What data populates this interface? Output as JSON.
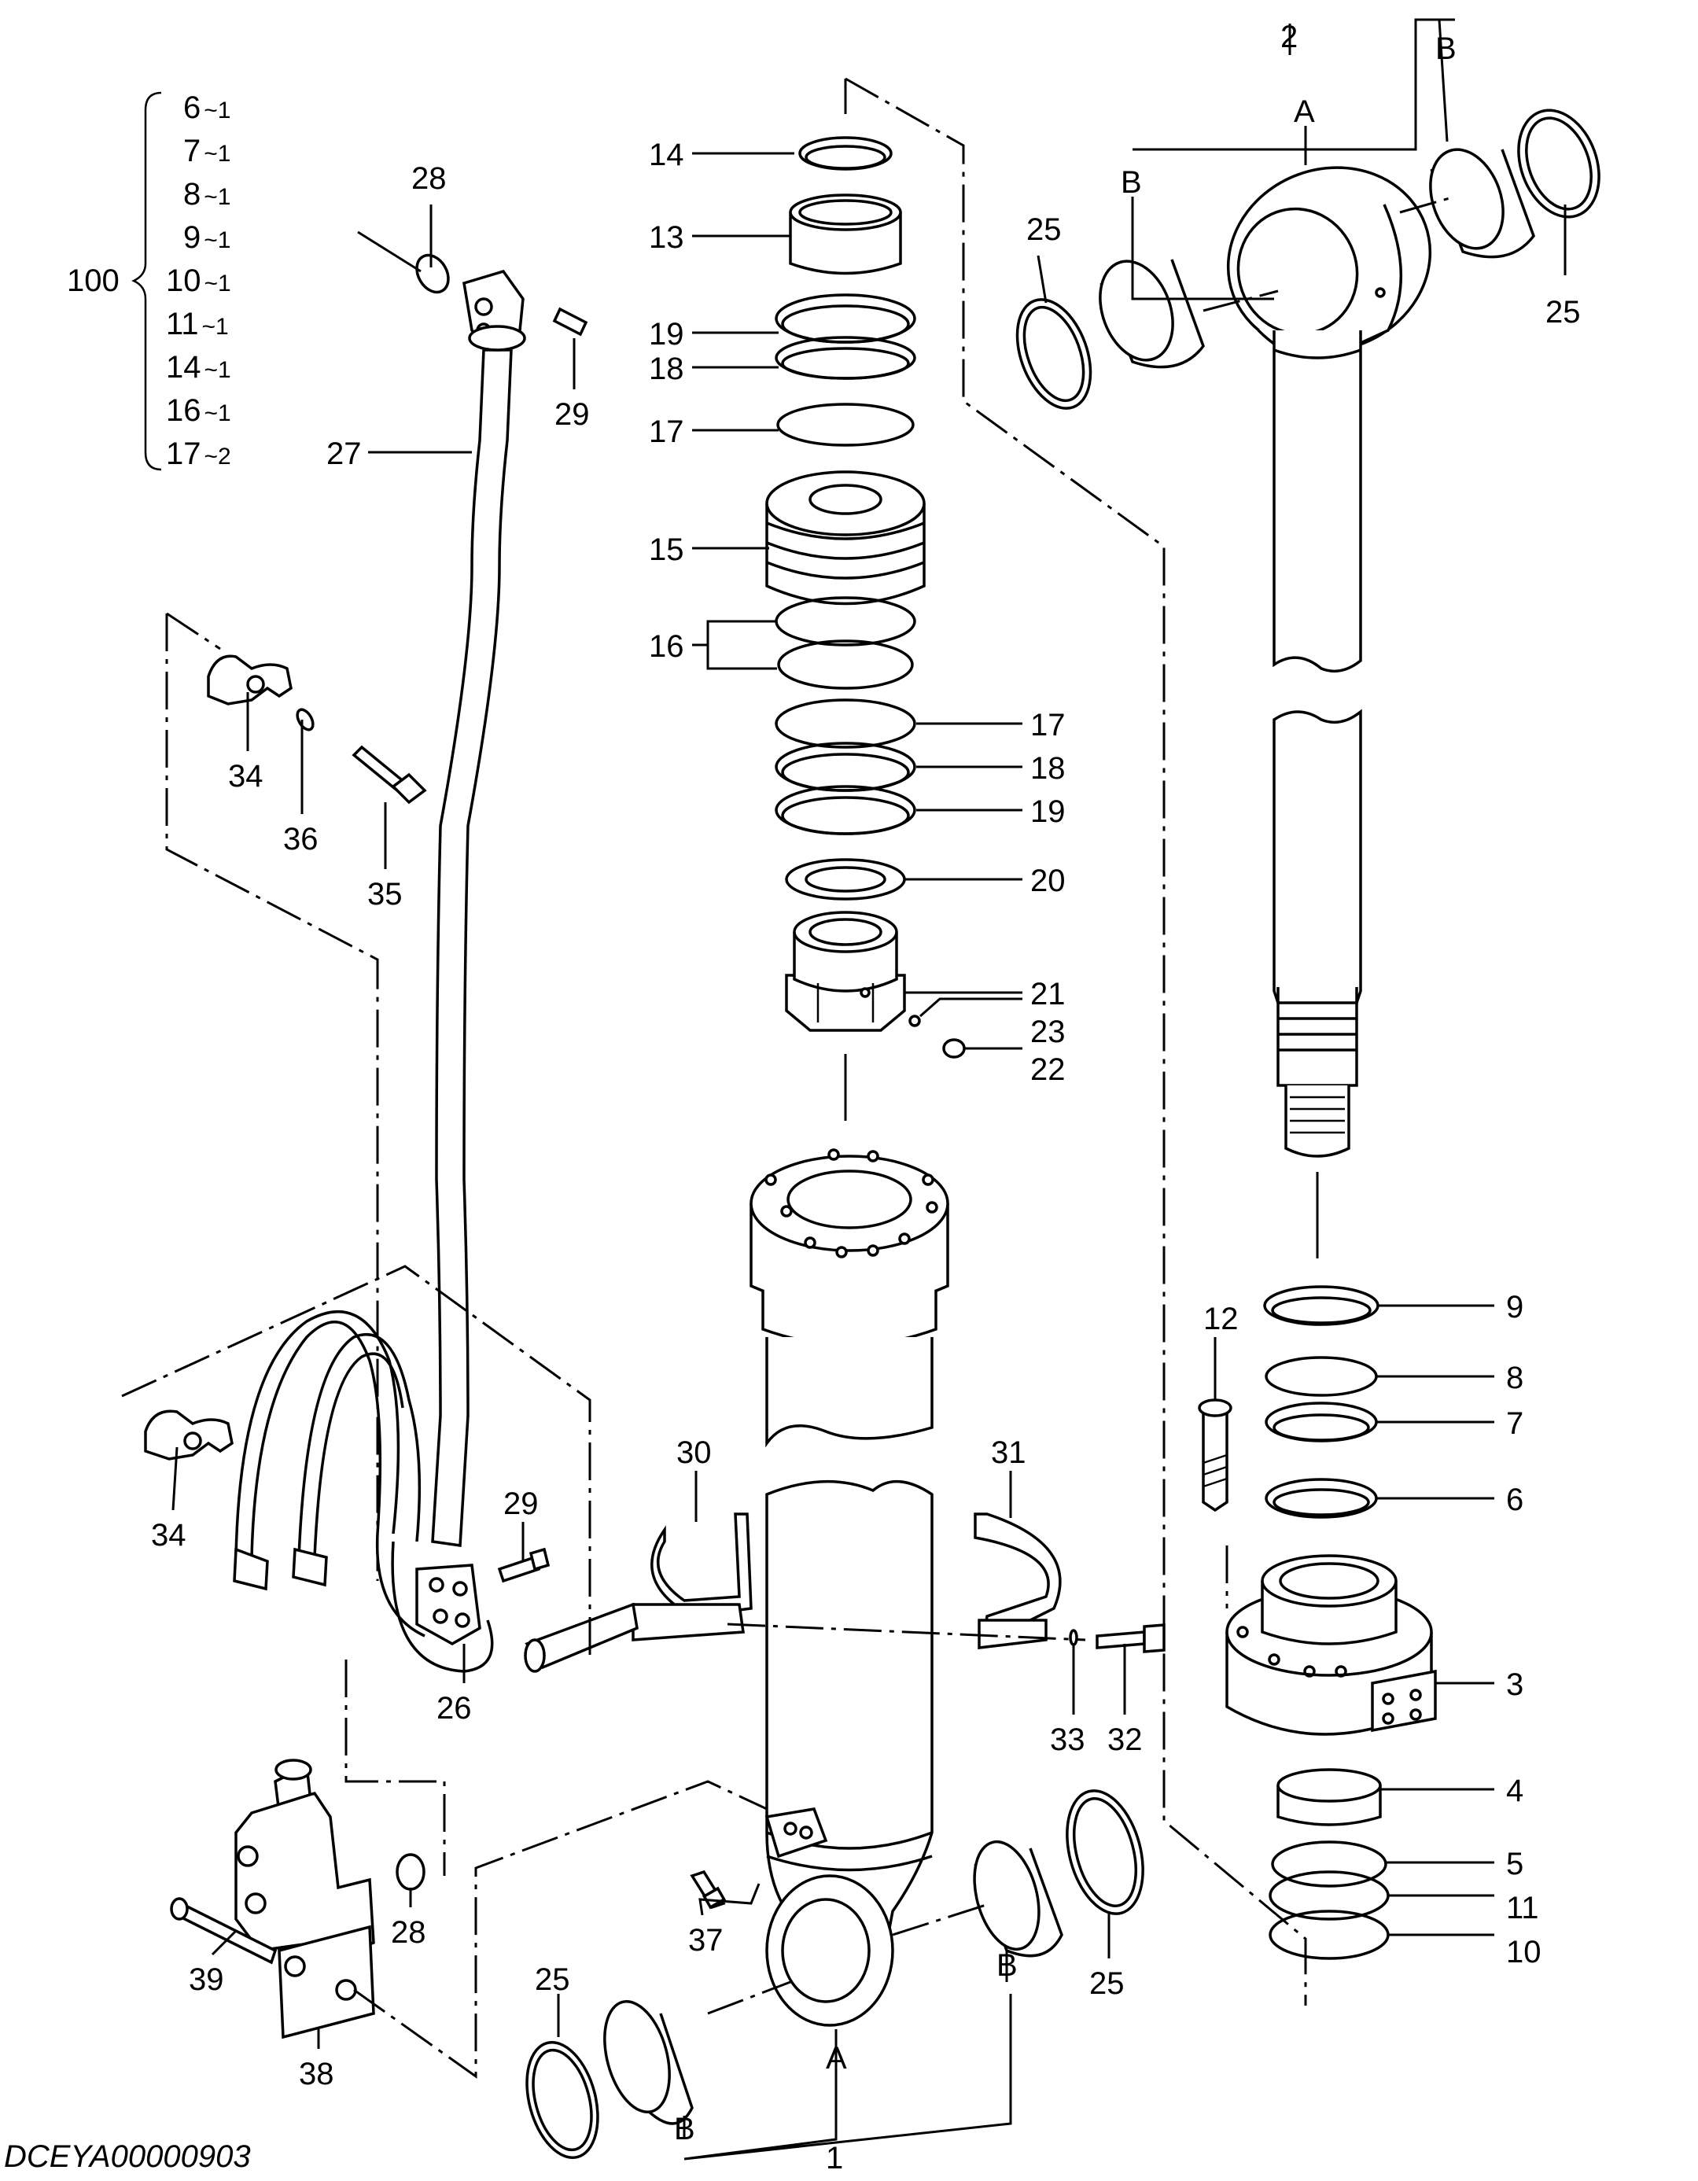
{
  "drawing_code": "DCEYA00000903",
  "kit": {
    "number": "100",
    "items": [
      {
        "part": "6",
        "qty": "~1"
      },
      {
        "part": "7",
        "qty": "~1"
      },
      {
        "part": "8",
        "qty": "~1"
      },
      {
        "part": "9",
        "qty": "~1"
      },
      {
        "part": "10",
        "qty": "~1"
      },
      {
        "part": "11",
        "qty": "~1"
      },
      {
        "part": "14",
        "qty": "~1"
      },
      {
        "part": "16",
        "qty": "~1"
      },
      {
        "part": "17",
        "qty": "~2"
      }
    ]
  },
  "callouts": {
    "c1": "1",
    "c2": "2",
    "c3": "3",
    "c4": "4",
    "c5": "5",
    "c6": "6",
    "c7": "7",
    "c8": "8",
    "c9": "9",
    "c10": "10",
    "c11": "11",
    "c12": "12",
    "c13": "13",
    "c14": "14",
    "c15": "15",
    "c16": "16",
    "c17a": "17",
    "c17b": "17",
    "c18a": "18",
    "c18b": "18",
    "c19a": "19",
    "c19b": "19",
    "c20": "20",
    "c21": "21",
    "c22": "22",
    "c23": "23",
    "c25a": "25",
    "c25b": "25",
    "c25c": "25",
    "c25d": "25",
    "c26": "26",
    "c27": "27",
    "c28a": "28",
    "c28b": "28",
    "c29a": "29",
    "c29b": "29",
    "c30": "30",
    "c31": "31",
    "c32": "32",
    "c33": "33",
    "c34a": "34",
    "c34b": "34",
    "c35": "35",
    "c36": "36",
    "c37": "37",
    "c38": "38",
    "c39": "39"
  },
  "sub_labels": {
    "rod_a": "A",
    "rod_b_left": "B",
    "rod_b_right": "B",
    "tube_a": "A",
    "tube_b_left": "B",
    "tube_b_right": "B"
  }
}
